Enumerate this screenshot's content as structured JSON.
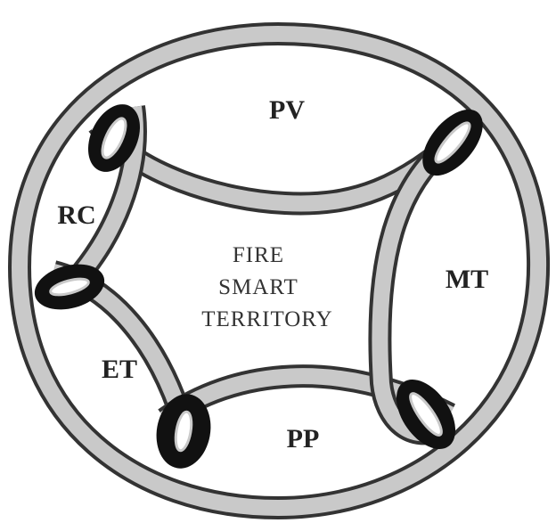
{
  "diagram": {
    "regions": {
      "pv": "PV",
      "rc": "RC",
      "mt": "MT",
      "et": "ET",
      "pp": "PP"
    },
    "center": {
      "line1": "FIRE",
      "line2": "SMART",
      "line3": "TERRITORY"
    },
    "colors": {
      "band": "#c9c9c9",
      "outline": "#333333",
      "text": "#222222"
    }
  }
}
